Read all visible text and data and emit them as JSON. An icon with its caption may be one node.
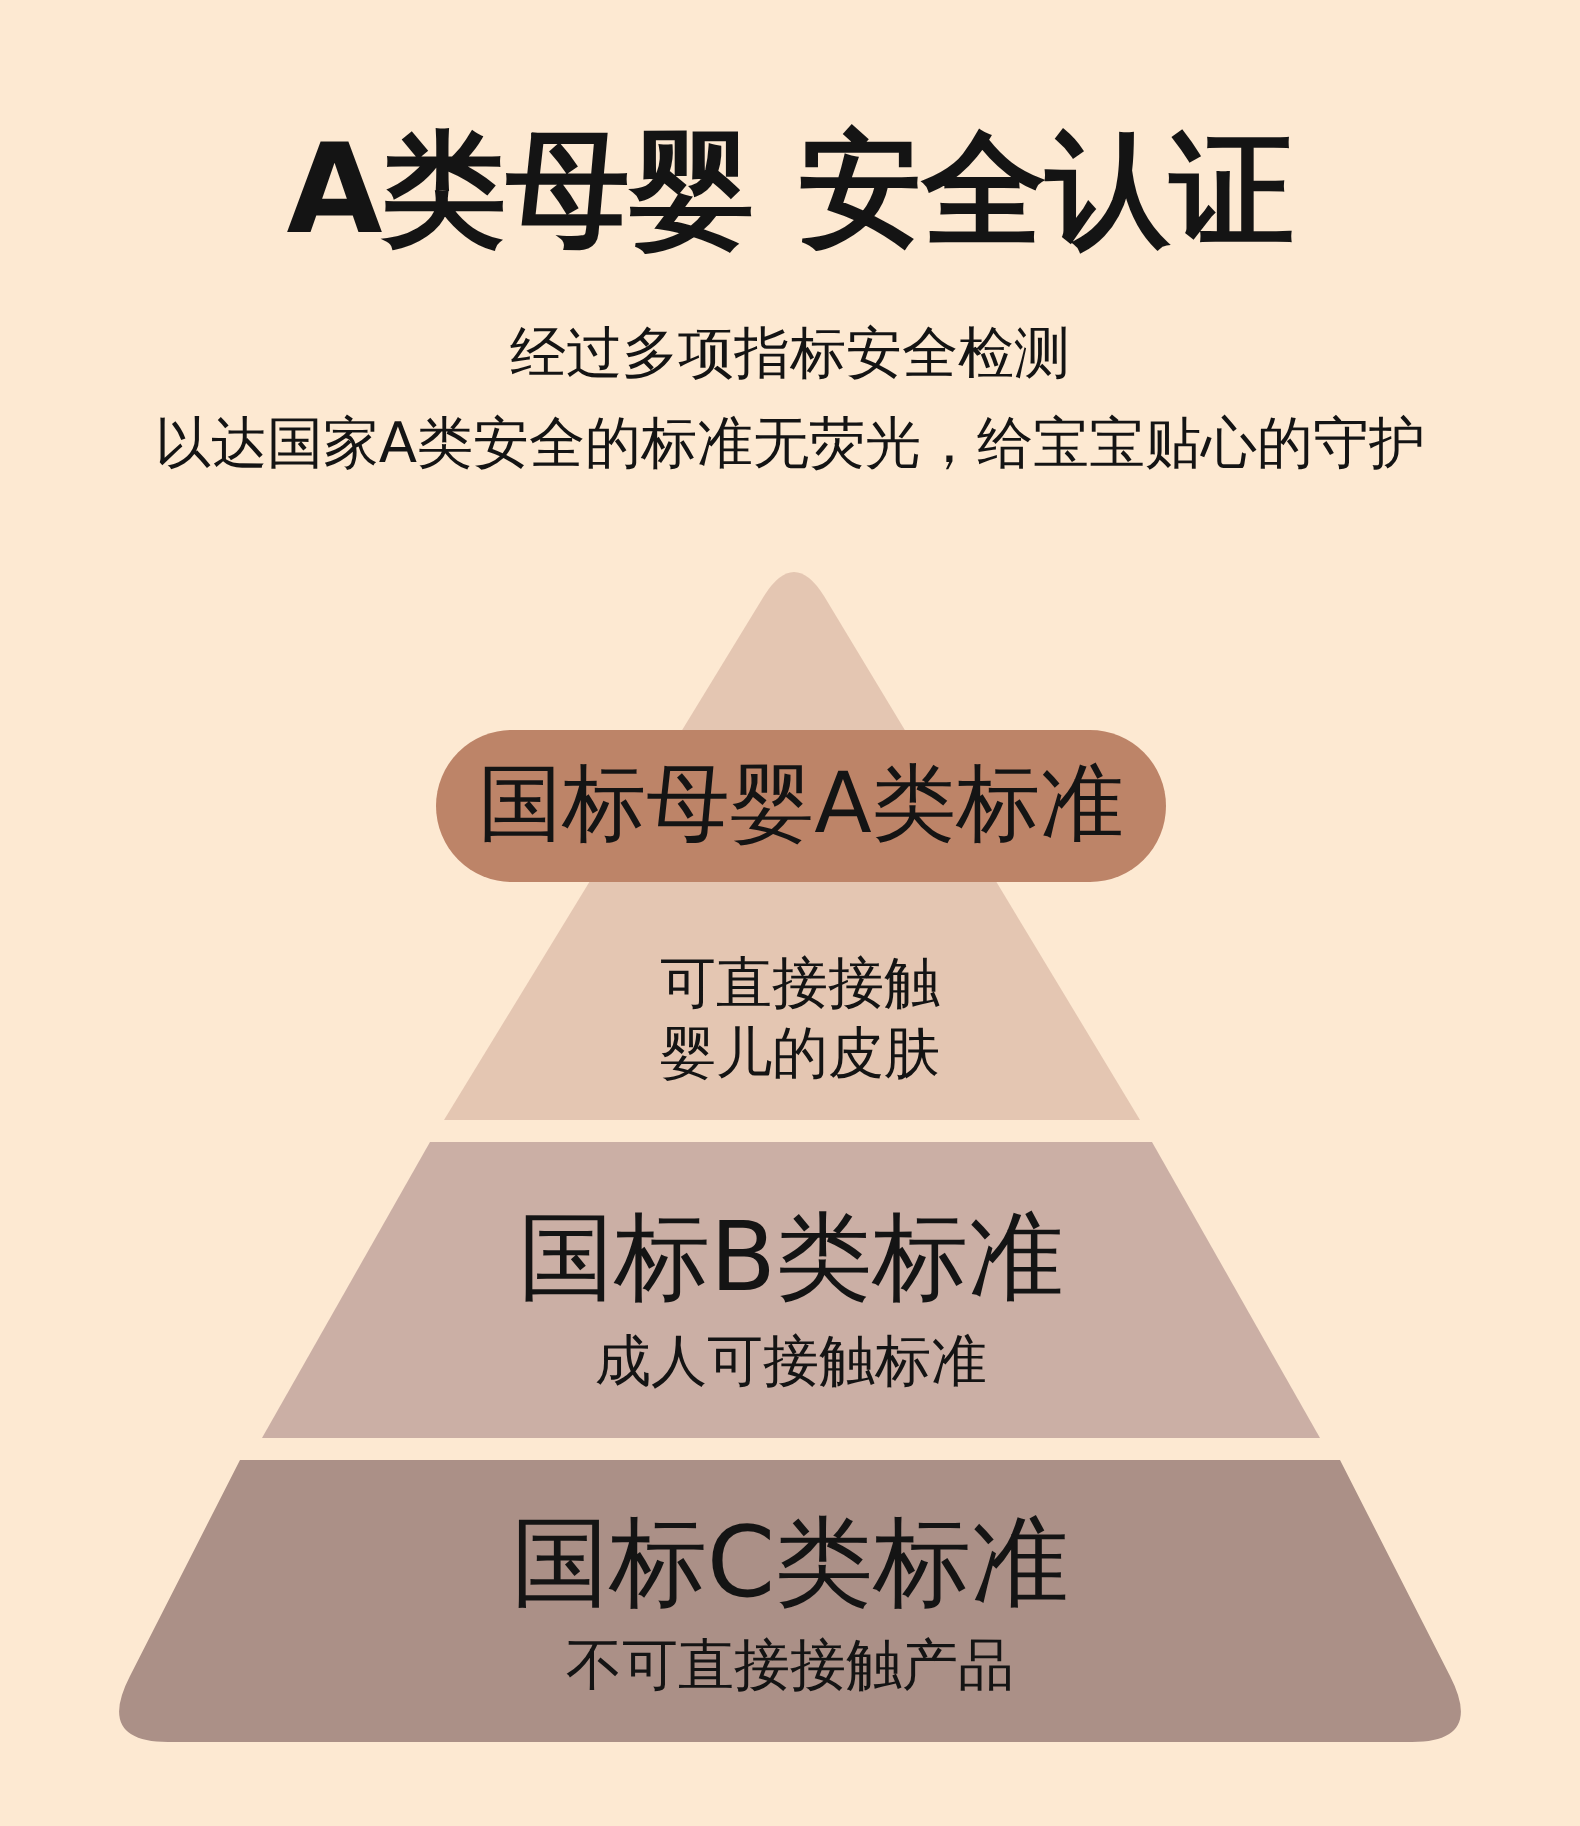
{
  "diagram": {
    "title": "A类母婴 安全认证",
    "nodes": [
      {
        "text": [
          "可直接接触婴儿的皮肤"
        ]
      },
      {
        "text": [
          "国标母婴A类标准"
        ],
        "in": 0
      },
      {
        "text": [
          "国标B类标准",
          "成人可接触标准"
        ]
      },
      {
        "text": [
          "国标C类标准",
          "不可直接接触产品"
        ]
      }
    ],
    "labels": [
      "经过多项指标安全检测",
      "以达国家A类安全的标准无荧光，给宝宝贴心的守护"
    ]
  }
}
